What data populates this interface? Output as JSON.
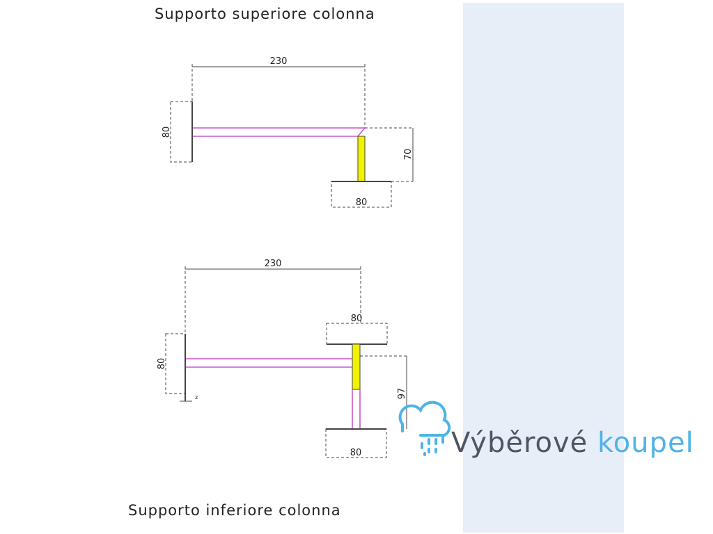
{
  "titles": {
    "top": "Supporto  superiore  colonna",
    "bottom": "Supporto  inferiore  colonna"
  },
  "top_diagram": {
    "dim_width": "230",
    "dim_wall_plate": "80",
    "dim_height": "70",
    "dim_base_plate": "80"
  },
  "bottom_diagram": {
    "dim_width": "230",
    "dim_wall_plate": "80",
    "dim_top_plate": "80",
    "dim_height": "97",
    "dim_bottom_plate": "80",
    "small_label": "z"
  },
  "brand": {
    "name_part1": "Výběrové",
    "name_part2": "koupel",
    "icon": "shower-cloud-icon",
    "colors": {
      "dark": "#4d5560",
      "accent": "#4fb3e8"
    }
  },
  "colors": {
    "arm": "#cc55cc",
    "highlight": "#f2f200",
    "panel": "#e8eef8"
  }
}
